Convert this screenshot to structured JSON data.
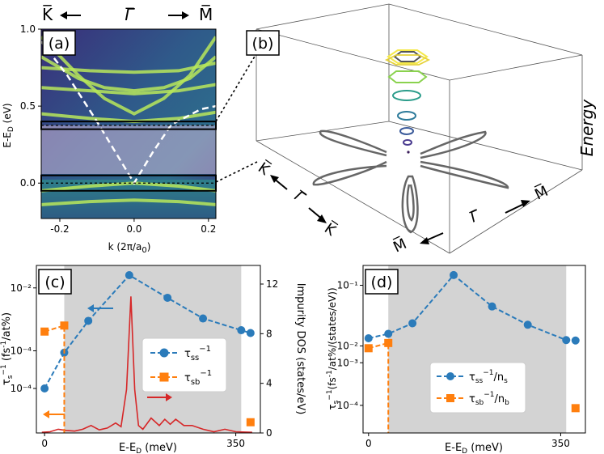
{
  "colors": {
    "blue": "#2b7bba",
    "orange": "#ff7f0e",
    "red": "#d62728",
    "shade": "#d3d3d3",
    "contour": "#666666",
    "band": "#b9e85a",
    "bg": "#3b2d6b"
  },
  "chart_data": [
    {
      "id": "a",
      "type": "heatmap",
      "panel_label": "(a)",
      "top_labels": {
        "left": "K̅",
        "center": "Γ̅",
        "right": "M̅"
      },
      "xlabel": "k (2π/a₀)",
      "ylabel": "E-E_D (eV)",
      "xlim": [
        -0.25,
        0.22
      ],
      "ylim": [
        -0.23,
        1.0
      ],
      "xticks": [
        -0.2,
        0.0,
        0.2
      ],
      "xtick_labels": [
        "-0.2",
        "0.0",
        "0.2"
      ],
      "yticks": [
        0.0,
        0.5,
        1.0
      ],
      "ytick_labels": [
        "0.0",
        "0.5",
        "1.0"
      ],
      "boxes": [
        {
          "y0": 0.35,
          "y1": 0.4
        },
        {
          "y0": -0.05,
          "y1": 0.05
        }
      ],
      "dirac_cone": {
        "x": [
          -0.25,
          -0.18,
          -0.1,
          -0.05,
          0.0,
          0.05,
          0.1,
          0.18,
          0.22
        ],
        "y": [
          0.92,
          0.7,
          0.4,
          0.2,
          0.0,
          0.2,
          0.38,
          0.48,
          0.5
        ]
      },
      "bands": [
        {
          "x": [
            -0.25,
            -0.15,
            -0.08,
            0.0,
            0.08,
            0.15,
            0.22
          ],
          "y": [
            0.95,
            0.7,
            0.55,
            0.45,
            0.55,
            0.7,
            0.95
          ]
        },
        {
          "x": [
            -0.25,
            -0.15,
            -0.08,
            0.0,
            0.08,
            0.15,
            0.22
          ],
          "y": [
            0.82,
            0.68,
            0.62,
            0.6,
            0.62,
            0.68,
            0.82
          ]
        },
        {
          "x": [
            -0.25,
            -0.12,
            0.0,
            0.12,
            0.22
          ],
          "y": [
            0.75,
            0.73,
            0.72,
            0.73,
            0.78
          ]
        },
        {
          "x": [
            -0.25,
            -0.12,
            0.0,
            0.12,
            0.22
          ],
          "y": [
            0.62,
            0.6,
            0.58,
            0.6,
            0.64
          ]
        },
        {
          "x": [
            -0.25,
            -0.12,
            0.0,
            0.12,
            0.22
          ],
          "y": [
            0.45,
            0.42,
            0.4,
            0.42,
            0.46
          ]
        },
        {
          "x": [
            -0.25,
            -0.12,
            0.0,
            0.12,
            0.22
          ],
          "y": [
            -0.05,
            -0.02,
            0.0,
            -0.02,
            -0.05
          ]
        },
        {
          "x": [
            -0.25,
            -0.12,
            0.0,
            0.12,
            0.22
          ],
          "y": [
            -0.14,
            -0.12,
            -0.11,
            -0.12,
            -0.14
          ]
        }
      ]
    },
    {
      "id": "b",
      "type": "diagram",
      "panel_label": "(b)",
      "axis_labels": {
        "energy": "Energy",
        "k1": "K̅",
        "g1": "Γ̅",
        "k2": "K̅",
        "g2": "Γ̅",
        "m1": "M̅",
        "m2": "M̅"
      }
    },
    {
      "id": "c",
      "type": "line",
      "panel_label": "(c)",
      "xlabel": "E-E_D (meV)",
      "ylabel": "τ_s⁻¹ (fs⁻¹/at%)",
      "ylabel2": "Impurity DOS (states/eV)",
      "xlim": [
        -15,
        395
      ],
      "yscale": "log",
      "ylim": [
        1.2e-05,
        0.035
      ],
      "y2lim": [
        0,
        13.5
      ],
      "xticks": [
        0,
        350
      ],
      "xtick_labels": [
        "0",
        "350"
      ],
      "yticks": [
        0.0001,
        0.0001,
        0.01
      ],
      "ytick_labels": [
        "10⁻⁴",
        "10⁻⁴",
        "10⁻²"
      ],
      "ytick_positions": [
        0.0001,
        0.0006,
        0.012
      ],
      "y2ticks": [
        0,
        4,
        8,
        12
      ],
      "y2tick_labels": [
        "0",
        "4",
        "8",
        "12"
      ],
      "shaded": [
        36,
        360
      ],
      "series": [
        {
          "name": "τ_ss⁻¹",
          "color": "#2b7bba",
          "marker": "circle",
          "x": [
            0,
            36,
            80,
            155,
            225,
            290,
            360,
            377
          ],
          "y": [
            0.0001,
            0.00055,
            0.0025,
            0.022,
            0.0075,
            0.0028,
            0.0016,
            0.0014
          ]
        },
        {
          "name": "τ_sb⁻¹",
          "color": "#ff7f0e",
          "marker": "square",
          "x": [
            0,
            36,
            377
          ],
          "y": [
            0.0015,
            0.002,
            2e-05
          ],
          "drop_to_axis": true
        }
      ],
      "dos": {
        "color": "#d62728",
        "x": [
          -5,
          10,
          25,
          40,
          55,
          70,
          85,
          100,
          115,
          130,
          140,
          150,
          158,
          165,
          172,
          180,
          195,
          210,
          220,
          230,
          240,
          255,
          270,
          290,
          310,
          330,
          350,
          380
        ],
        "y": [
          0.05,
          0.1,
          0.3,
          0.2,
          0.15,
          0.3,
          0.6,
          0.25,
          0.4,
          0.8,
          0.5,
          3.5,
          11,
          3.5,
          0.6,
          0.3,
          1.2,
          0.6,
          1.1,
          0.7,
          1.1,
          0.6,
          0.6,
          0.3,
          0.1,
          0.3,
          0.1,
          0.05
        ]
      }
    },
    {
      "id": "d",
      "type": "line",
      "panel_label": "(d)",
      "xlabel": "E-E_D (meV)",
      "ylabel": "τ_s⁻¹ (fs⁻¹/at%/(states/eV))",
      "xlim": [
        -10,
        395
      ],
      "yscale": "log",
      "ylim": [
        2e-05,
        0.35
      ],
      "xticks": [
        0,
        350
      ],
      "xtick_labels": [
        "0",
        "350"
      ],
      "yticks": [
        0.0001,
        0.01,
        0.001,
        0.1
      ],
      "ytick_labels": [
        "10⁻⁴",
        "10⁻²",
        "10⁻³",
        "10⁻¹"
      ],
      "ytick_positions": [
        0.0001,
        0.0032,
        0.0012,
        0.11
      ],
      "shaded": [
        36,
        360
      ],
      "series": [
        {
          "name": "τ_ss⁻¹/n_s",
          "color": "#2b7bba",
          "marker": "circle",
          "x": [
            0,
            36,
            80,
            155,
            225,
            290,
            360,
            377
          ],
          "y": [
            0.005,
            0.0065,
            0.012,
            0.2,
            0.032,
            0.011,
            0.0045,
            0.0044
          ]
        },
        {
          "name": "τ_sb⁻¹/n_b",
          "color": "#ff7f0e",
          "marker": "square",
          "x": [
            0,
            36,
            377
          ],
          "y": [
            0.0028,
            0.0038,
            8.5e-05
          ],
          "drop_to_axis": true
        }
      ]
    }
  ]
}
